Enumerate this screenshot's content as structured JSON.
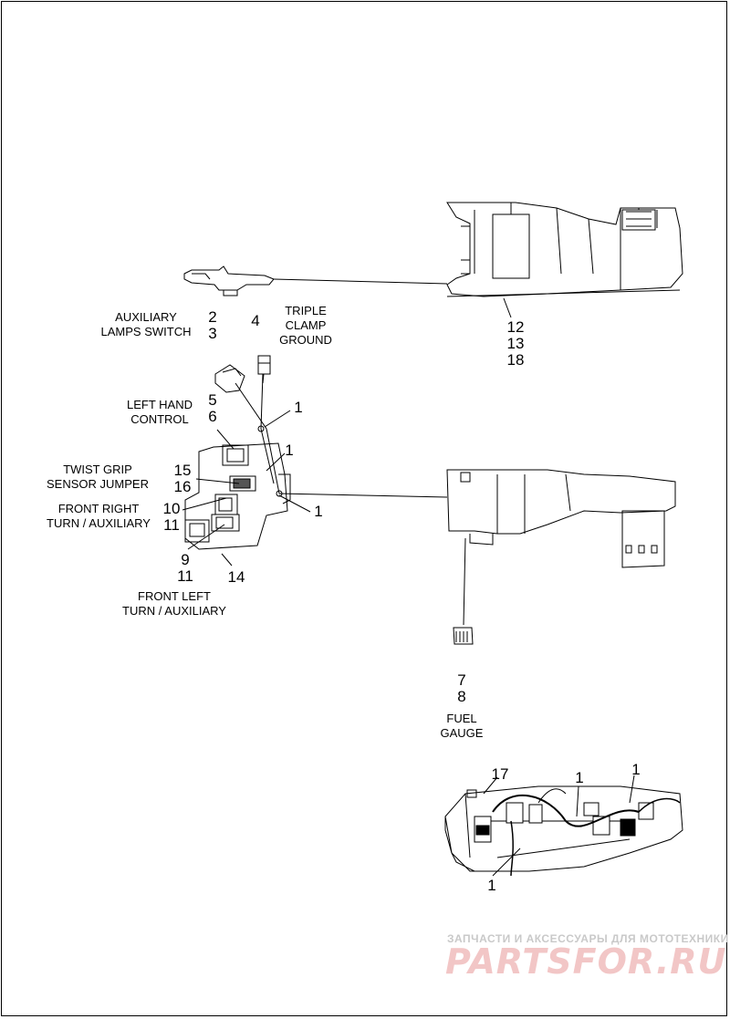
{
  "labels": {
    "auxiliary_lamps_switch": "AUXILIARY\nLAMPS SWITCH",
    "triple_clamp_ground": "TRIPLE\nCLAMP\nGROUND",
    "left_hand_control": "LEFT HAND\nCONTROL",
    "twist_grip_sensor_jumper": "TWIST GRIP\nSENSOR JUMPER",
    "front_right_turn_auxiliary": "FRONT RIGHT\nTURN / AUXILIARY",
    "front_left_turn_auxiliary": "FRONT LEFT\nTURN / AUXILIARY",
    "fuel_gauge": "FUEL\nGAUGE"
  },
  "callouts": {
    "c2": "2",
    "c3": "3",
    "c4": "4",
    "c12": "12",
    "c13": "13",
    "c18": "18",
    "c1a": "1",
    "c1b": "1",
    "c1c": "1",
    "c5": "5",
    "c6": "6",
    "c15": "15",
    "c16": "16",
    "c10": "10",
    "c11a": "11",
    "c9": "9",
    "c11b": "11",
    "c14": "14",
    "c7": "7",
    "c8": "8",
    "c17": "17",
    "c1d": "1",
    "c1e": "1",
    "c1f": "1"
  },
  "watermark": {
    "line1": "ЗАПЧАСТИ И АКСЕССУАРЫ ДЛЯ МОТОТЕХНИКИ",
    "line2": "PARTSFOR.RU"
  }
}
